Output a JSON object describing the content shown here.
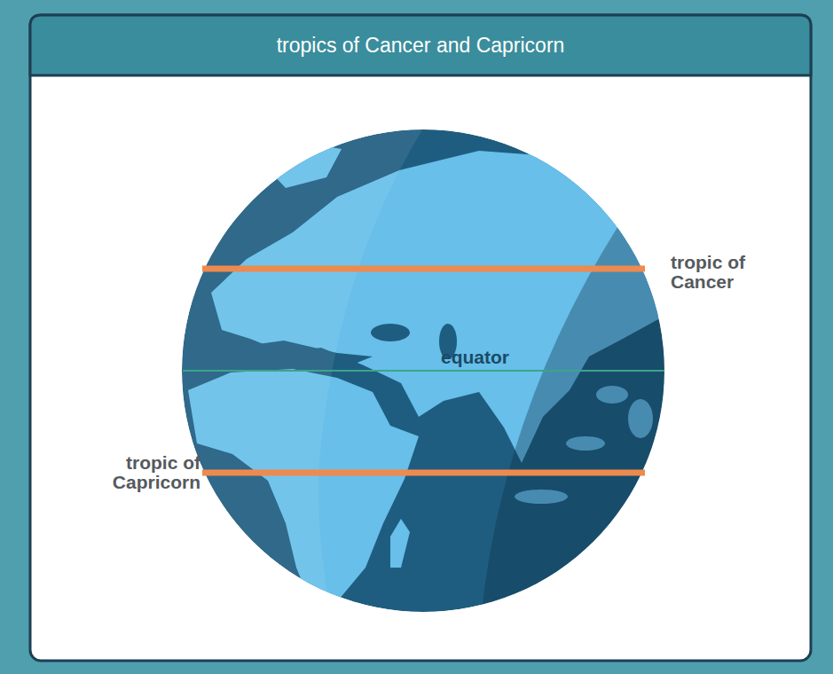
{
  "diagram": {
    "title": "tropics of Cancer and Capricorn",
    "labels": [
      "tropic of Cancer",
      "equator",
      "tropic of Capricorn"
    ]
  }
}
